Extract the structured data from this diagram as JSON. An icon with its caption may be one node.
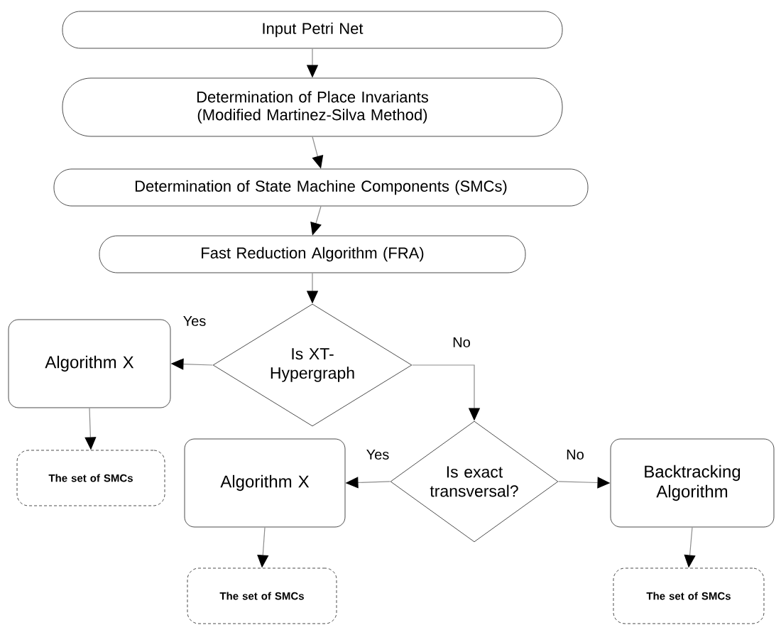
{
  "diagram": {
    "nodes": [
      {
        "text": [
          "Input Petri Net"
        ]
      },
      {
        "text": [
          "Determination of Place Invariants (Modified Martinez-Silva Method)"
        ]
      },
      {
        "text": [
          "Determination of State Machine Components (SMCs)"
        ]
      },
      {
        "text": [
          "Fast Reduction Algorithm (FRA)"
        ]
      },
      {
        "text": [
          "Is XT-Hypergraph"
        ]
      },
      {
        "text": [
          "Algorithm X"
        ]
      },
      {
        "text": [
          "The set of SMCs"
        ]
      },
      {
        "text": [
          "Is exact transversal?"
        ]
      },
      {
        "text": [
          "Algorithm X"
        ]
      },
      {
        "text": [
          "Backtracking Algorithm"
        ]
      },
      {
        "text": [
          "The set of SMCs"
        ]
      },
      {
        "text": [
          "The set of SMCs"
        ]
      }
    ],
    "edges": [
      {
        "from": 0,
        "to": 1,
        "arrow": "to"
      },
      {
        "from": 1,
        "to": 2,
        "arrow": "to"
      },
      {
        "from": 2,
        "to": 3,
        "arrow": "to"
      },
      {
        "from": 3,
        "to": 4,
        "arrow": "to"
      },
      {
        "from": 4,
        "to": 5,
        "arrow": "to",
        "label": "Yes"
      },
      {
        "from": 4,
        "to": 7,
        "arrow": "to",
        "label": "No"
      },
      {
        "from": 5,
        "to": 6,
        "arrow": "to"
      },
      {
        "from": 7,
        "to": 8,
        "arrow": "to",
        "label": "Yes"
      },
      {
        "from": 7,
        "to": 9,
        "arrow": "to",
        "label": "No"
      },
      {
        "from": 8,
        "to": 10,
        "arrow": "to"
      },
      {
        "from": 9,
        "to": 11,
        "arrow": "to"
      }
    ]
  }
}
